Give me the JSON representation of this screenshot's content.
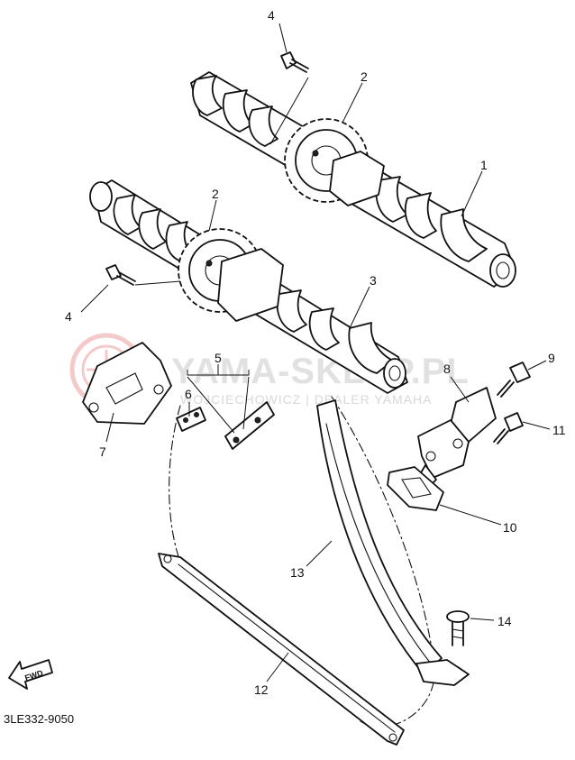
{
  "diagram": {
    "parts": [
      {
        "num": "1",
        "label_name": "callout-1"
      },
      {
        "num": "2",
        "label_name": "callout-2-upper"
      },
      {
        "num": "2",
        "label_name": "callout-2-lower"
      },
      {
        "num": "3",
        "label_name": "callout-3"
      },
      {
        "num": "4",
        "label_name": "callout-4-upper"
      },
      {
        "num": "4",
        "label_name": "callout-4-lower"
      },
      {
        "num": "5",
        "label_name": "callout-5"
      },
      {
        "num": "6",
        "label_name": "callout-6"
      },
      {
        "num": "7",
        "label_name": "callout-7"
      },
      {
        "num": "8",
        "label_name": "callout-8"
      },
      {
        "num": "9",
        "label_name": "callout-9"
      },
      {
        "num": "10",
        "label_name": "callout-10"
      },
      {
        "num": "11",
        "label_name": "callout-11"
      },
      {
        "num": "12",
        "label_name": "callout-12"
      },
      {
        "num": "13",
        "label_name": "callout-13"
      },
      {
        "num": "14",
        "label_name": "callout-14"
      }
    ],
    "fwd_label": "FWD",
    "drawing_code": "3LE332-9050"
  },
  "watermark": {
    "main": "YAMA-SKLEP.PL",
    "sub": "WOJCIECHOWICZ | DEALER YAMAHA"
  },
  "colors": {
    "ink": "#111111",
    "watermark": "#c8c8c8",
    "watermark_logo": "#e88a8a"
  }
}
